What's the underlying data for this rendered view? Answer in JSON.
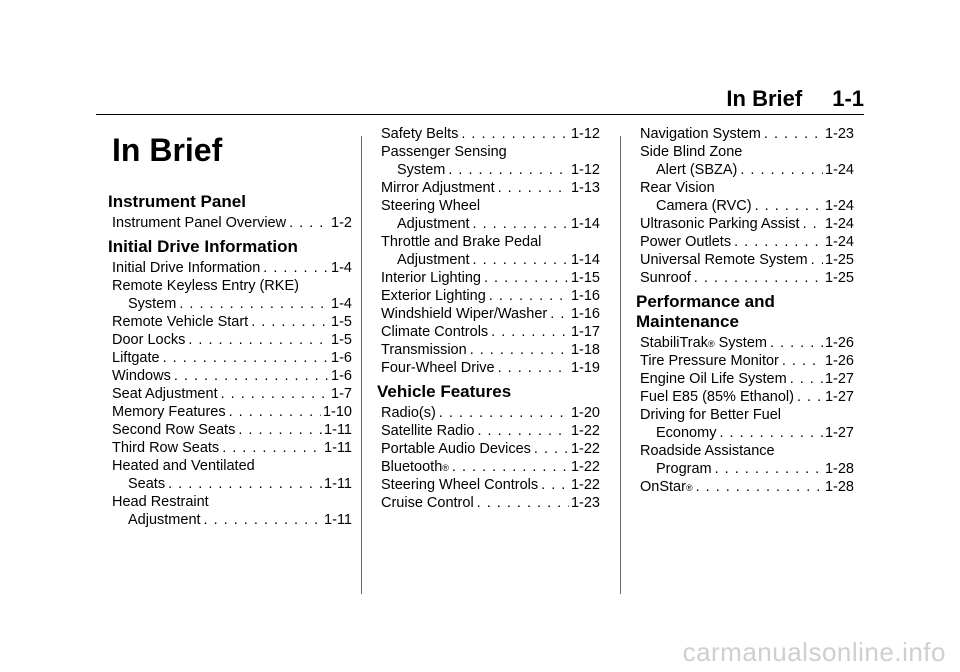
{
  "header": {
    "section": "In Brief",
    "page_number": "1-1"
  },
  "chapter_title": "In Brief",
  "columns": [
    {
      "blocks": [
        {
          "heading": "Instrument Panel",
          "entries": [
            {
              "lines": [
                "Instrument Panel Overview"
              ],
              "page": "1-2"
            }
          ]
        },
        {
          "heading": "Initial Drive Information",
          "entries": [
            {
              "lines": [
                "Initial Drive Information"
              ],
              "page": "1-4"
            },
            {
              "lines": [
                "Remote Keyless Entry (RKE)",
                "System"
              ],
              "page": "1-4"
            },
            {
              "lines": [
                "Remote Vehicle Start"
              ],
              "page": "1-5"
            },
            {
              "lines": [
                "Door Locks"
              ],
              "page": "1-5"
            },
            {
              "lines": [
                "Liftgate"
              ],
              "page": "1-6"
            },
            {
              "lines": [
                "Windows"
              ],
              "page": "1-6"
            },
            {
              "lines": [
                "Seat Adjustment"
              ],
              "page": "1-7"
            },
            {
              "lines": [
                "Memory Features"
              ],
              "page": "1-10"
            },
            {
              "lines": [
                "Second Row Seats"
              ],
              "page": "1-11"
            },
            {
              "lines": [
                "Third Row Seats"
              ],
              "page": "1-11"
            },
            {
              "lines": [
                "Heated and Ventilated",
                "Seats"
              ],
              "page": "1-11"
            },
            {
              "lines": [
                "Head Restraint",
                "Adjustment"
              ],
              "page": "1-11"
            }
          ]
        }
      ]
    },
    {
      "blocks": [
        {
          "heading": "",
          "entries": [
            {
              "lines": [
                "Safety Belts"
              ],
              "page": "1-12"
            },
            {
              "lines": [
                "Passenger Sensing",
                "System"
              ],
              "page": "1-12"
            },
            {
              "lines": [
                "Mirror Adjustment"
              ],
              "page": "1-13"
            },
            {
              "lines": [
                "Steering Wheel",
                "Adjustment"
              ],
              "page": "1-14"
            },
            {
              "lines": [
                "Throttle and Brake Pedal",
                "Adjustment"
              ],
              "page": "1-14"
            },
            {
              "lines": [
                "Interior Lighting"
              ],
              "page": "1-15"
            },
            {
              "lines": [
                "Exterior Lighting"
              ],
              "page": "1-16"
            },
            {
              "lines": [
                "Windshield Wiper/Washer"
              ],
              "page": "1-16"
            },
            {
              "lines": [
                "Climate Controls"
              ],
              "page": "1-17"
            },
            {
              "lines": [
                "Transmission"
              ],
              "page": "1-18"
            },
            {
              "lines": [
                "Four-Wheel Drive"
              ],
              "page": "1-19"
            }
          ]
        },
        {
          "heading": "Vehicle Features",
          "entries": [
            {
              "lines": [
                "Radio(s)"
              ],
              "page": "1-20"
            },
            {
              "lines": [
                "Satellite Radio"
              ],
              "page": "1-22"
            },
            {
              "lines": [
                "Portable Audio Devices"
              ],
              "page": "1-22"
            },
            {
              "lines": [
                "Bluetooth"
              ],
              "sup": "®",
              "page": "1-22"
            },
            {
              "lines": [
                "Steering Wheel Controls"
              ],
              "page": "1-22"
            },
            {
              "lines": [
                "Cruise Control"
              ],
              "page": "1-23"
            }
          ]
        }
      ]
    },
    {
      "blocks": [
        {
          "heading": "",
          "entries": [
            {
              "lines": [
                "Navigation System"
              ],
              "page": "1-23"
            },
            {
              "lines": [
                "Side Blind Zone",
                "Alert (SBZA)"
              ],
              "page": "1-24"
            },
            {
              "lines": [
                "Rear Vision",
                "Camera (RVC)"
              ],
              "page": "1-24"
            },
            {
              "lines": [
                "Ultrasonic Parking Assist"
              ],
              "page": "1-24"
            },
            {
              "lines": [
                "Power Outlets"
              ],
              "page": "1-24"
            },
            {
              "lines": [
                "Universal Remote System"
              ],
              "page": "1-25"
            },
            {
              "lines": [
                "Sunroof"
              ],
              "page": "1-25"
            }
          ]
        },
        {
          "heading": "Performance and Maintenance",
          "entries": [
            {
              "lines": [
                "StabiliTrak"
              ],
              "sup": "®",
              "suffix": " System",
              "page": "1-26"
            },
            {
              "lines": [
                "Tire Pressure Monitor"
              ],
              "page": "1-26"
            },
            {
              "lines": [
                "Engine Oil Life System"
              ],
              "page": "1-27"
            },
            {
              "lines": [
                "Fuel E85 (85% Ethanol)"
              ],
              "page": "1-27"
            },
            {
              "lines": [
                "Driving for Better Fuel",
                "Economy"
              ],
              "page": "1-27"
            },
            {
              "lines": [
                "Roadside Assistance",
                "Program"
              ],
              "page": "1-28"
            },
            {
              "lines": [
                "OnStar"
              ],
              "sup": "®",
              "page": "1-28"
            }
          ]
        }
      ]
    }
  ],
  "watermark": "carmanualsonline.info"
}
